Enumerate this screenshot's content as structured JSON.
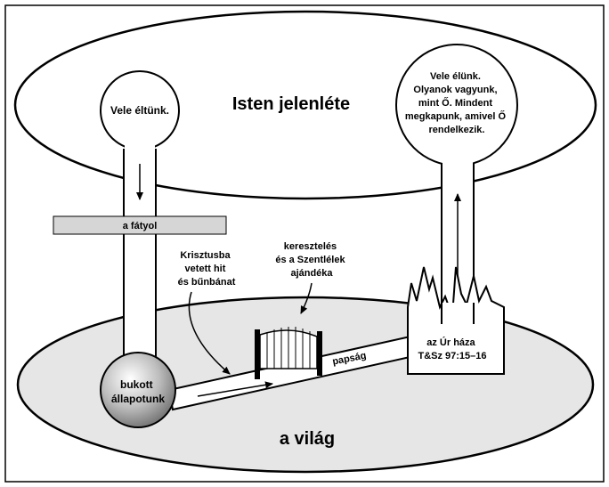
{
  "diagram": {
    "heaven_label": "Isten jelenléte",
    "world_label": "a világ",
    "veil_label": "a fátyol",
    "left_bubble": "Vele éltünk.",
    "right_bubble": [
      "Vele élünk.",
      "Olyanok vagyunk,",
      "mint Ő. Mindent",
      "megkapunk, amivel Ő",
      "rendelkezik."
    ],
    "fallen_state": [
      "bukott",
      "állapotunk"
    ],
    "faith_label": [
      "Krisztusba",
      "vetett hit",
      "és bűnbánat"
    ],
    "baptism_label": [
      "keresztelés",
      "és a Szentlélek",
      "ajándéka"
    ],
    "priesthood_label": "papság",
    "temple_label": [
      "az Úr háza",
      "T&Sz 97:15–16"
    ]
  },
  "colors": {
    "veil_fill": "#d6d6d6",
    "world_fill": "#e6e6e6",
    "stroke": "#000000"
  }
}
